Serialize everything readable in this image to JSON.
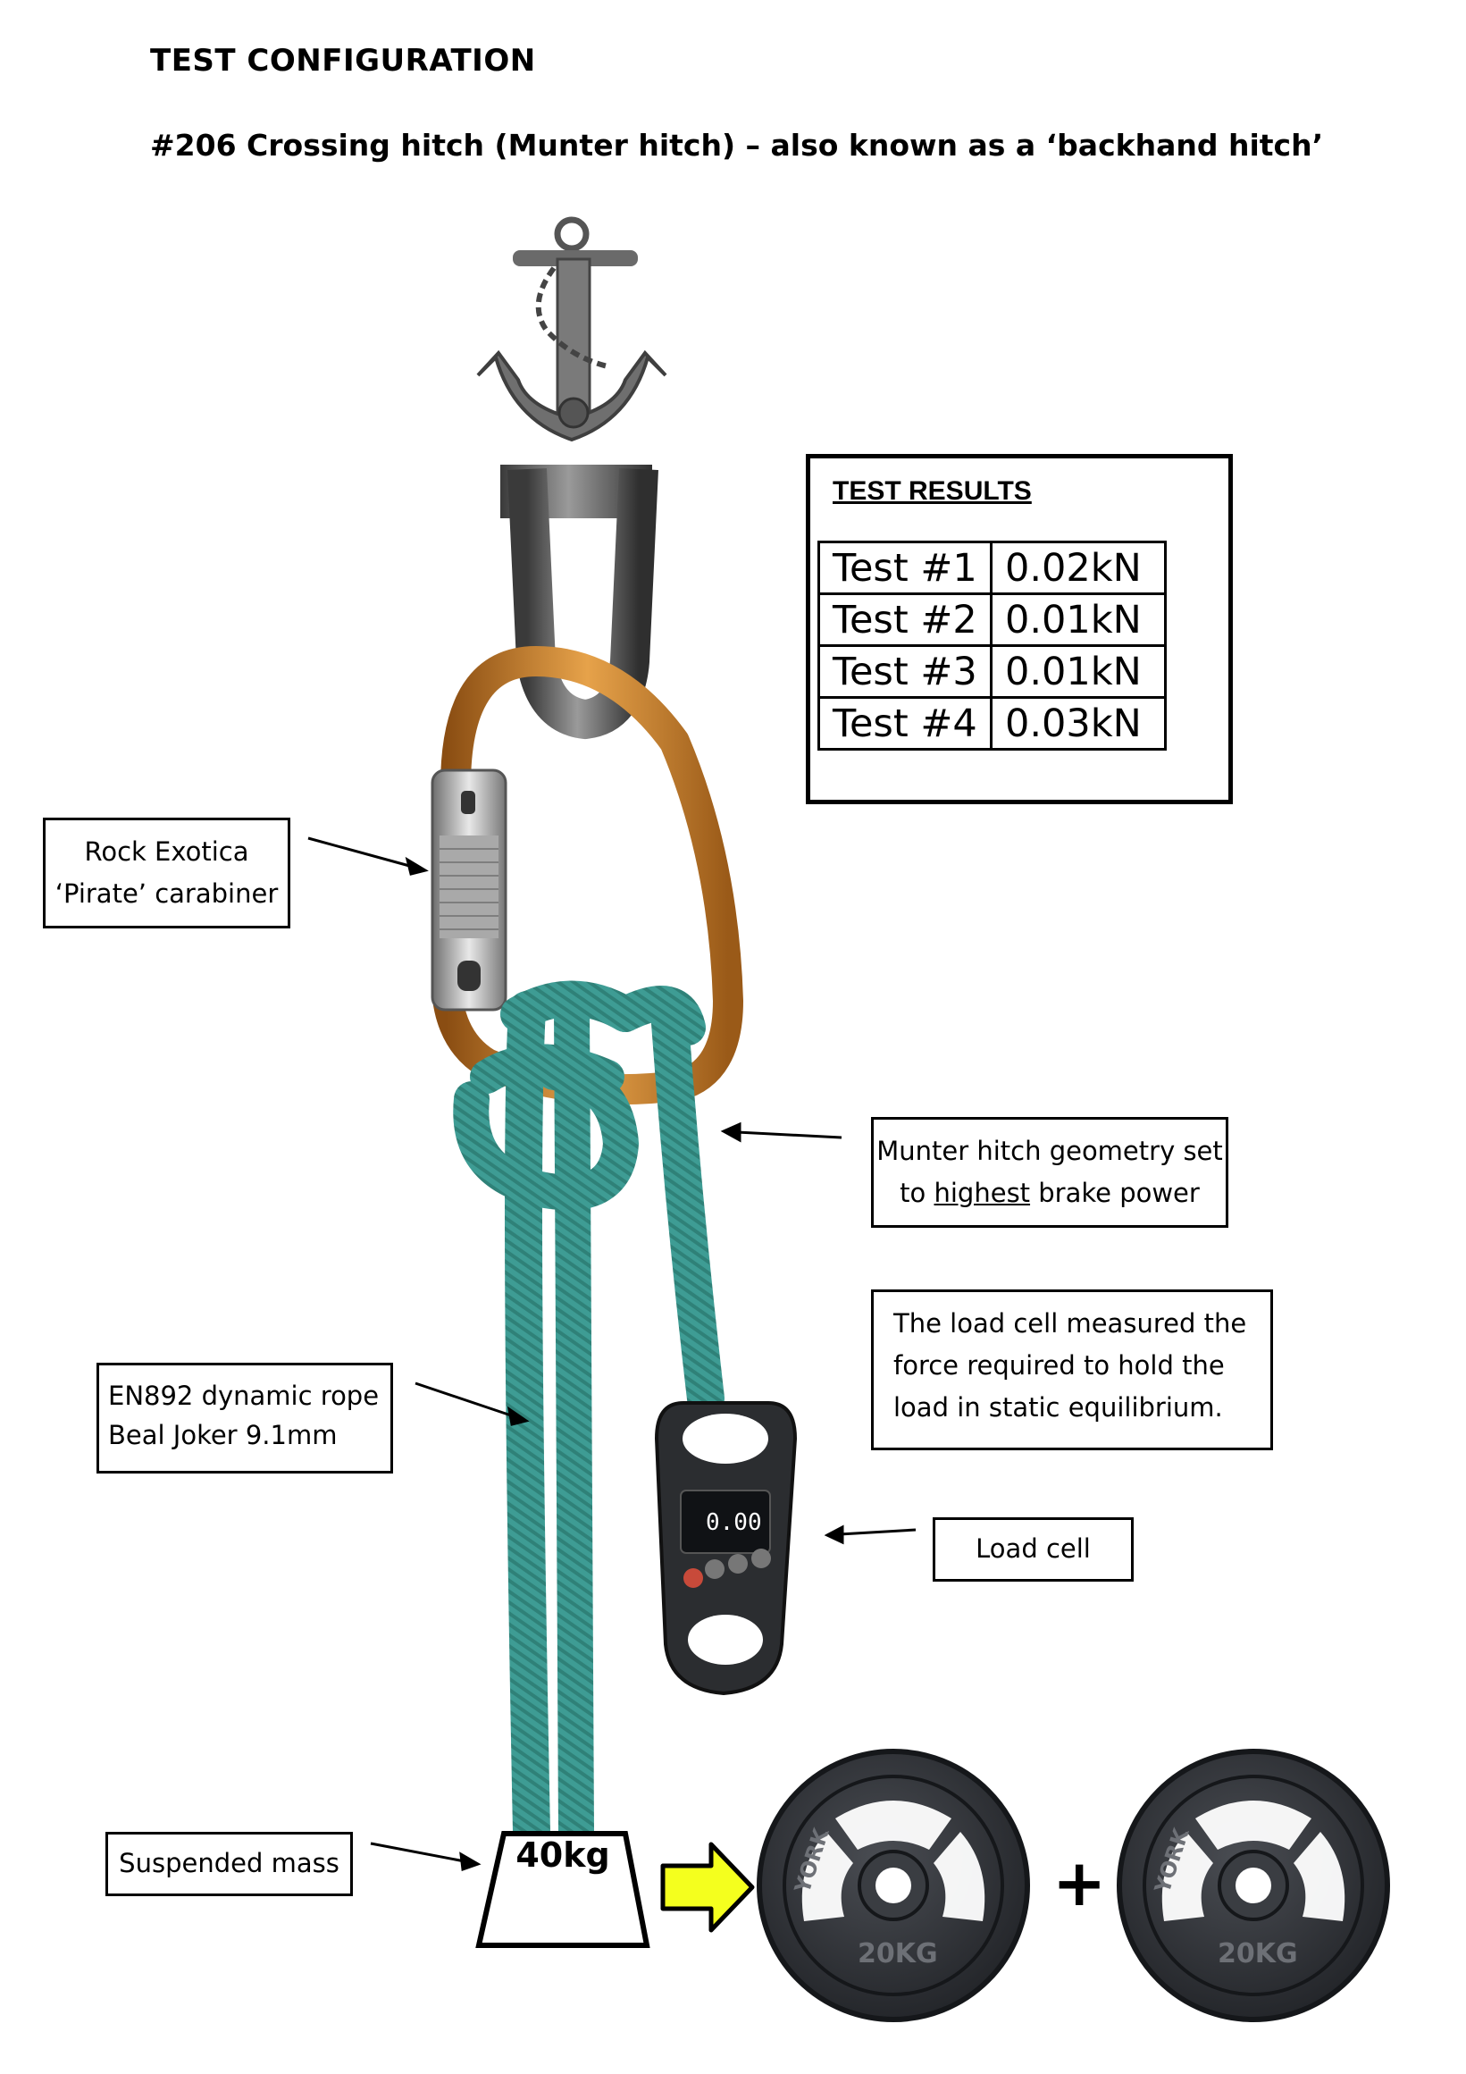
{
  "header": {
    "title": "TEST CONFIGURATION",
    "subtitle": "#206 Crossing hitch (Munter hitch) – also known as a ‘backhand hitch’"
  },
  "results": {
    "title": "TEST RESULTS",
    "rows": [
      {
        "test": "Test #1",
        "value": "0.02kN"
      },
      {
        "test": "Test #2",
        "value": "0.01kN"
      },
      {
        "test": "Test #3",
        "value": "0.01kN"
      },
      {
        "test": "Test #4",
        "value": "0.03kN"
      }
    ]
  },
  "labels": {
    "carabiner_line1": "Rock Exotica",
    "carabiner_line2": "‘Pirate’ carabiner",
    "munter_line1": "Munter hitch geometry set",
    "munter_line2_pre": "to ",
    "munter_line2_underlined": "highest",
    "munter_line2_post": " brake power",
    "loadcell_desc_line1": "The load cell measured the",
    "loadcell_desc_line2": "force required to hold the",
    "loadcell_desc_line3": "load in static equilibrium.",
    "rope_line1": "EN892 dynamic rope",
    "rope_line2": "Beal Joker 9.1mm",
    "loadcell": "Load cell",
    "mass": "Suspended mass"
  },
  "mass": {
    "label": "40kg",
    "plus": "+",
    "plate_brand": "YORK",
    "plate_weight": "20KG"
  },
  "load_cell_display": "0.00",
  "colors": {
    "rope": "#3e9c94",
    "carabiner": "#c9832b",
    "arrow_fill": "#f4ff1e",
    "plate": "#2e3136",
    "load_cell": "#2b2d30"
  }
}
